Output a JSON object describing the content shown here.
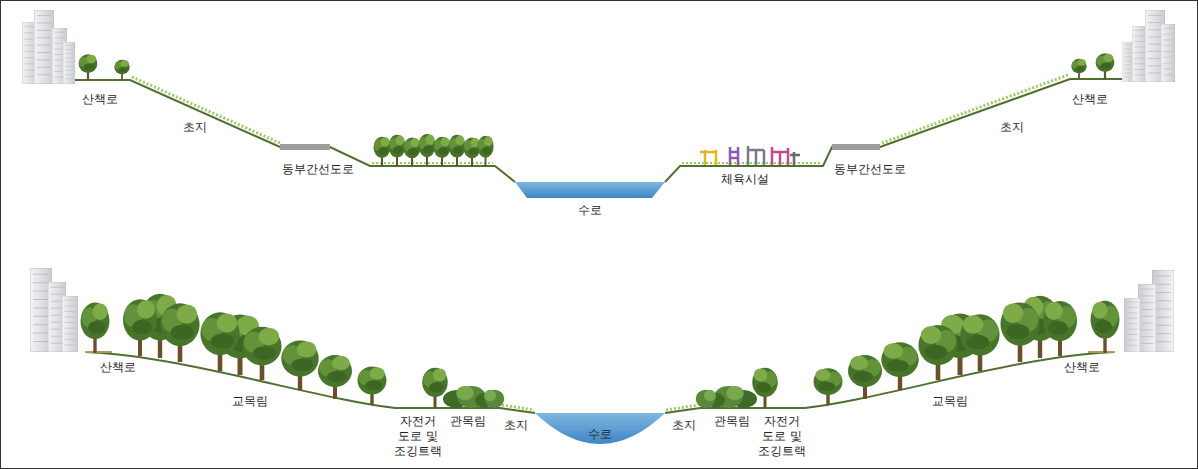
{
  "diagram": {
    "labels": [
      "산책로",
      "초지",
      "동부간선도로",
      "수로",
      "체육시설",
      "동부간선도로",
      "산책로",
      "초지",
      "산책로",
      "교목림",
      "자전거 도로 및 조깅트랙",
      "관목림",
      "초지",
      "수로",
      "초지",
      "관목림",
      "자전거 도로 및 조깅트랙",
      "교목림",
      "산책로"
    ]
  }
}
